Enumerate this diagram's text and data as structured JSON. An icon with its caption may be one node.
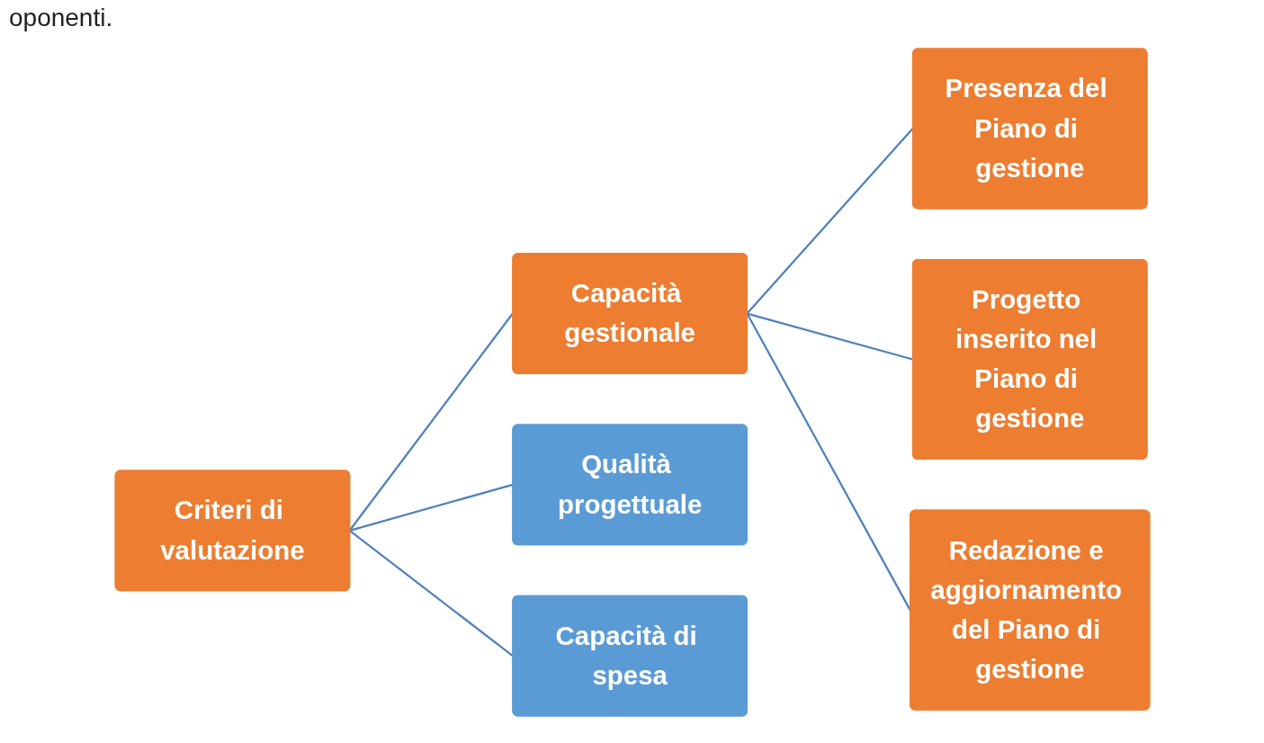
{
  "diagram": {
    "nodes": [
      {
        "text": [
          "Criteri di valutazione"
        ]
      },
      {
        "text": [
          "Capacità gestionale"
        ]
      },
      {
        "text": [
          "Qualità progettuale"
        ]
      },
      {
        "text": [
          "Capacità di spesa"
        ]
      },
      {
        "text": [
          "Presenza del Piano di gestione"
        ]
      },
      {
        "text": [
          "Progetto inserito nel Piano di gestione"
        ]
      },
      {
        "text": [
          "Redazione e aggiornamento del Piano di gestione"
        ]
      }
    ],
    "edges": [
      {
        "from": 0,
        "to": 1,
        "arrow": "none"
      },
      {
        "from": 0,
        "to": 2,
        "arrow": "none"
      },
      {
        "from": 0,
        "to": 3,
        "arrow": "none"
      },
      {
        "from": 1,
        "to": 4,
        "arrow": "none"
      },
      {
        "from": 1,
        "to": 5,
        "arrow": "none"
      },
      {
        "from": 1,
        "to": 6,
        "arrow": "none"
      }
    ],
    "labels": [
      "oponenti."
    ]
  }
}
